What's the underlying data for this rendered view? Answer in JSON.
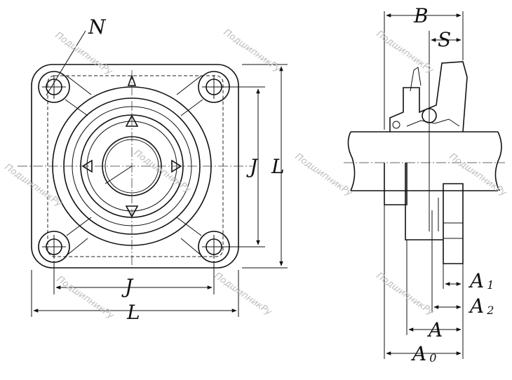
{
  "labels": {
    "N": "N",
    "J_front_bottom": "J",
    "L_front_bottom": "L",
    "J_front_right": "J",
    "L_front_right": "L",
    "B": "B",
    "S": "S",
    "A1_base": "A",
    "A1_sub": "1",
    "A2_base": "A",
    "A2_sub": "2",
    "A": "A",
    "A0_base": "A",
    "A0_sub": "0"
  },
  "watermark": "ПодшипникРу",
  "colors": {
    "ink": "#111111",
    "watermark": "#bdbdbd"
  }
}
